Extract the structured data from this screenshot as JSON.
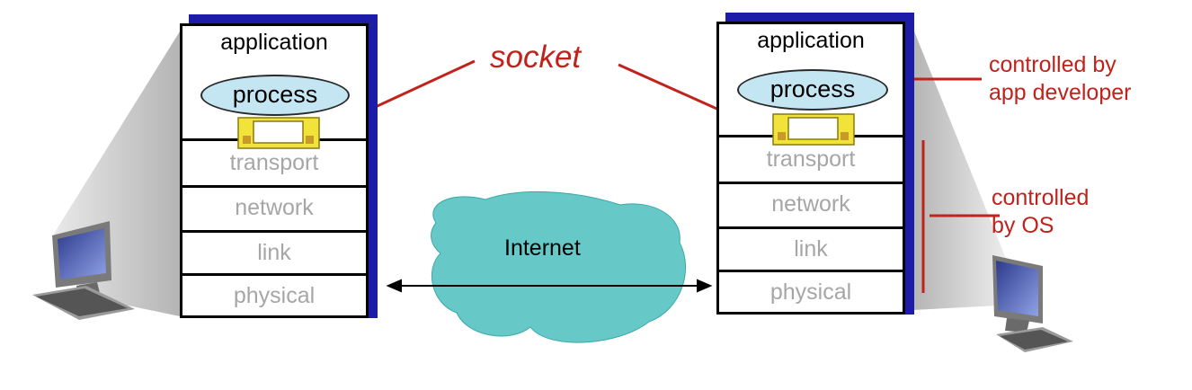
{
  "left_host": {
    "application_label": "application",
    "process_label": "process",
    "layers": [
      "transport",
      "network",
      "link",
      "physical"
    ]
  },
  "right_host": {
    "application_label": "application",
    "process_label": "process",
    "layers": [
      "transport",
      "network",
      "link",
      "physical"
    ]
  },
  "socket_label": "socket",
  "internet_label": "Internet",
  "annotations": {
    "app_developer_line1": "controlled by",
    "app_developer_line2": "app developer",
    "os_line1": "controlled",
    "os_line2": "by OS"
  },
  "colors": {
    "annotation_red": "#c0221c",
    "stack_shadow": "#1c1ca8",
    "process_fill": "#c4e6f3",
    "socket_fill": "#f2e33a",
    "cloud_fill": "#66c9c8",
    "layer_text": "#a6a6a6"
  },
  "icons": [
    "desktop-computer-icon",
    "socket-icon",
    "cloud-icon"
  ]
}
